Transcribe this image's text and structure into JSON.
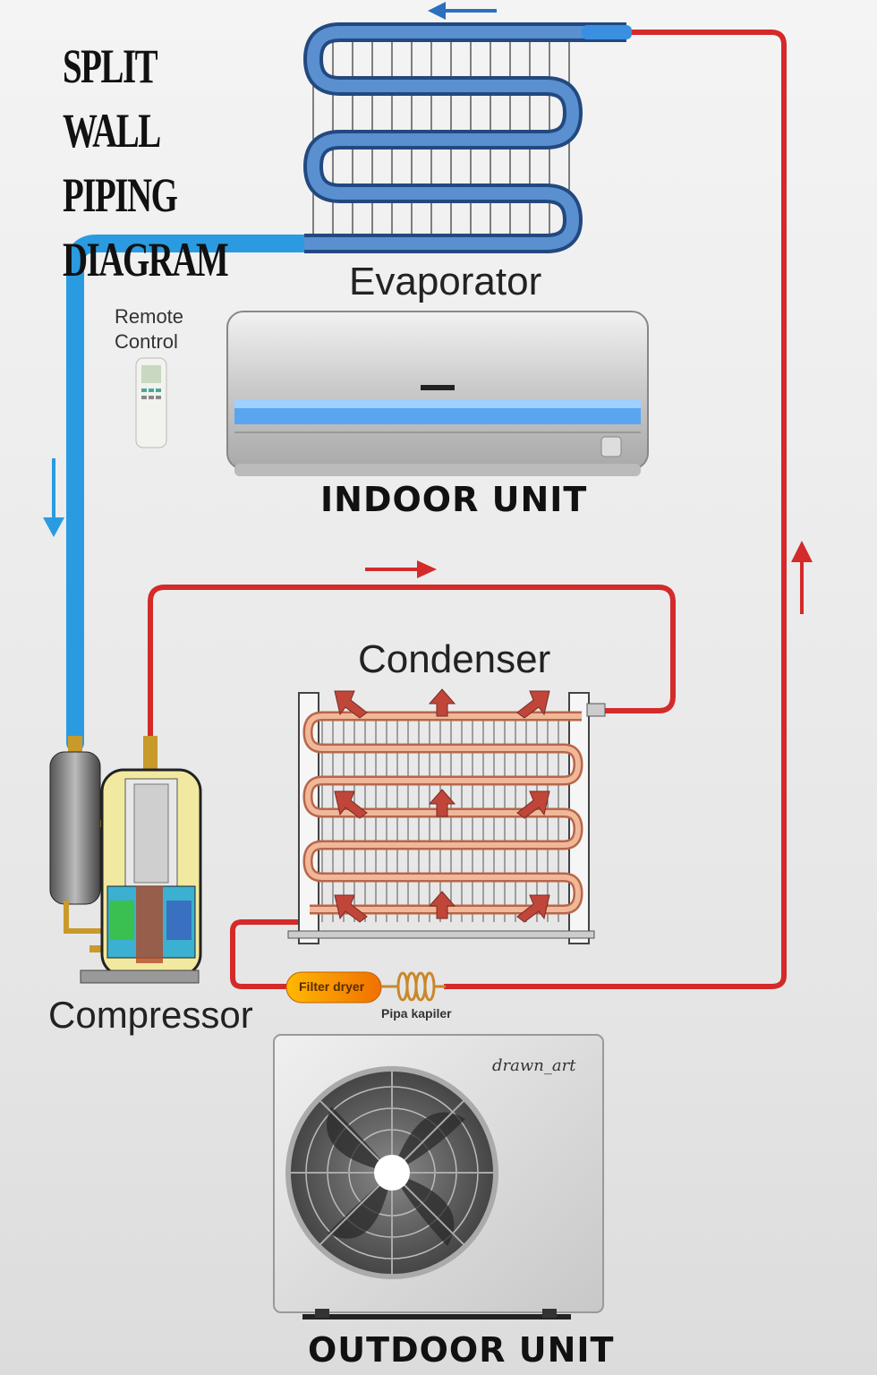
{
  "title": {
    "line1": "SPLIT WALL",
    "line2": "PIPING",
    "line3": "DIAGRAM"
  },
  "labels": {
    "evaporator": "Evaporator",
    "remote_line1": "Remote",
    "remote_line2": "Control",
    "indoor_unit": "INDOOR UNIT",
    "condenser": "Condenser",
    "compressor": "Compressor",
    "filter_dryer": "Filter dryer",
    "capillary": "Pipa kapiler",
    "outdoor_unit": "OUTDOOR UNIT",
    "signature": "drawn_art"
  },
  "colors": {
    "cold_pipe": "#2a9be0",
    "hot_pipe": "#d42a2a",
    "coil_blue": "#3a6db0",
    "copper": "#e8a07a",
    "unit_body": "#d9d9d9",
    "filter_dryer": "#f0a020"
  },
  "icons": {
    "flow_arrows": "arrow-icon",
    "fan": "fan-icon"
  }
}
